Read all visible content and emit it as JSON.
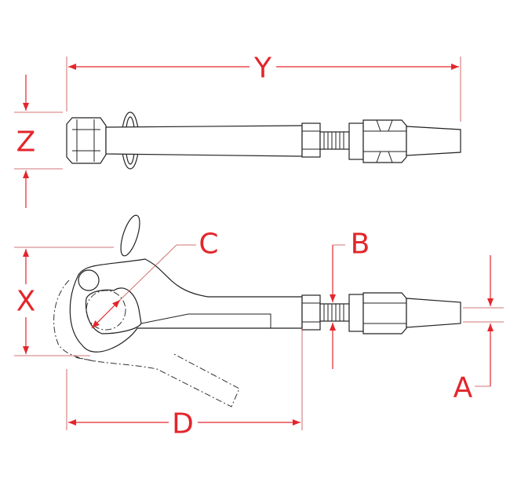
{
  "labels": {
    "y": "Y",
    "z": "Z",
    "c": "C",
    "b": "B",
    "x": "X",
    "a": "A",
    "d": "D"
  },
  "colors": {
    "dimension": "#e3262b",
    "outline": "#222222"
  }
}
